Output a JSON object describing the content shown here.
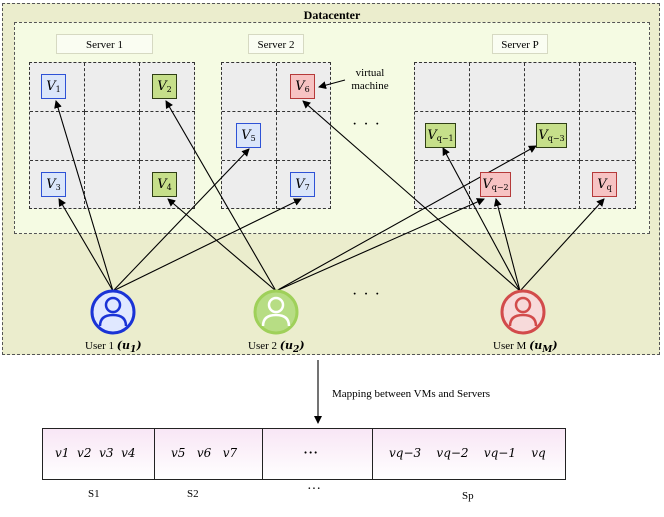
{
  "datacenter": {
    "title": "Datacenter"
  },
  "servers": [
    {
      "label": "Server 1"
    },
    {
      "label": "Server 2"
    },
    {
      "label": "Server P"
    }
  ],
  "vms": {
    "v1": "V",
    "v1_sub": "1",
    "v2": "V",
    "v2_sub": "2",
    "v3": "V",
    "v3_sub": "3",
    "v4": "V",
    "v4_sub": "4",
    "v5": "V",
    "v5_sub": "5",
    "v6": "V",
    "v6_sub": "6",
    "v7": "V",
    "v7_sub": "7",
    "vq1": "V",
    "vq1_sub": "q−1",
    "vq3": "V",
    "vq3_sub": "q−3",
    "vq2": "V",
    "vq2_sub": "q−2",
    "vq": "V",
    "vq_sub": "q"
  },
  "annotation": {
    "line1": "virtual",
    "line2": "machine"
  },
  "ellipsis": "· · ·",
  "users": [
    {
      "label": "User 1",
      "math": "(u",
      "sub": "1",
      "close": ")"
    },
    {
      "label": "User 2",
      "math": "(u",
      "sub": "2",
      "close": ")"
    },
    {
      "label": "User M",
      "math": "(u",
      "sub": "M",
      "close": ")"
    }
  ],
  "mapping_label": "Mapping between VMs and Servers",
  "mapping": {
    "s1": "v1  v2  v3  v4",
    "s2": "v5   v6   v7",
    "mid": "···",
    "sp": "vq−3    vq−2    vq−1    vq"
  },
  "segment_labels": {
    "s1": "S1",
    "s2": "S2",
    "mid": "···",
    "sp": "Sp"
  },
  "colors": {
    "blue": "#2e52d6",
    "green": "#9fd05a",
    "red": "#d24b4b"
  }
}
